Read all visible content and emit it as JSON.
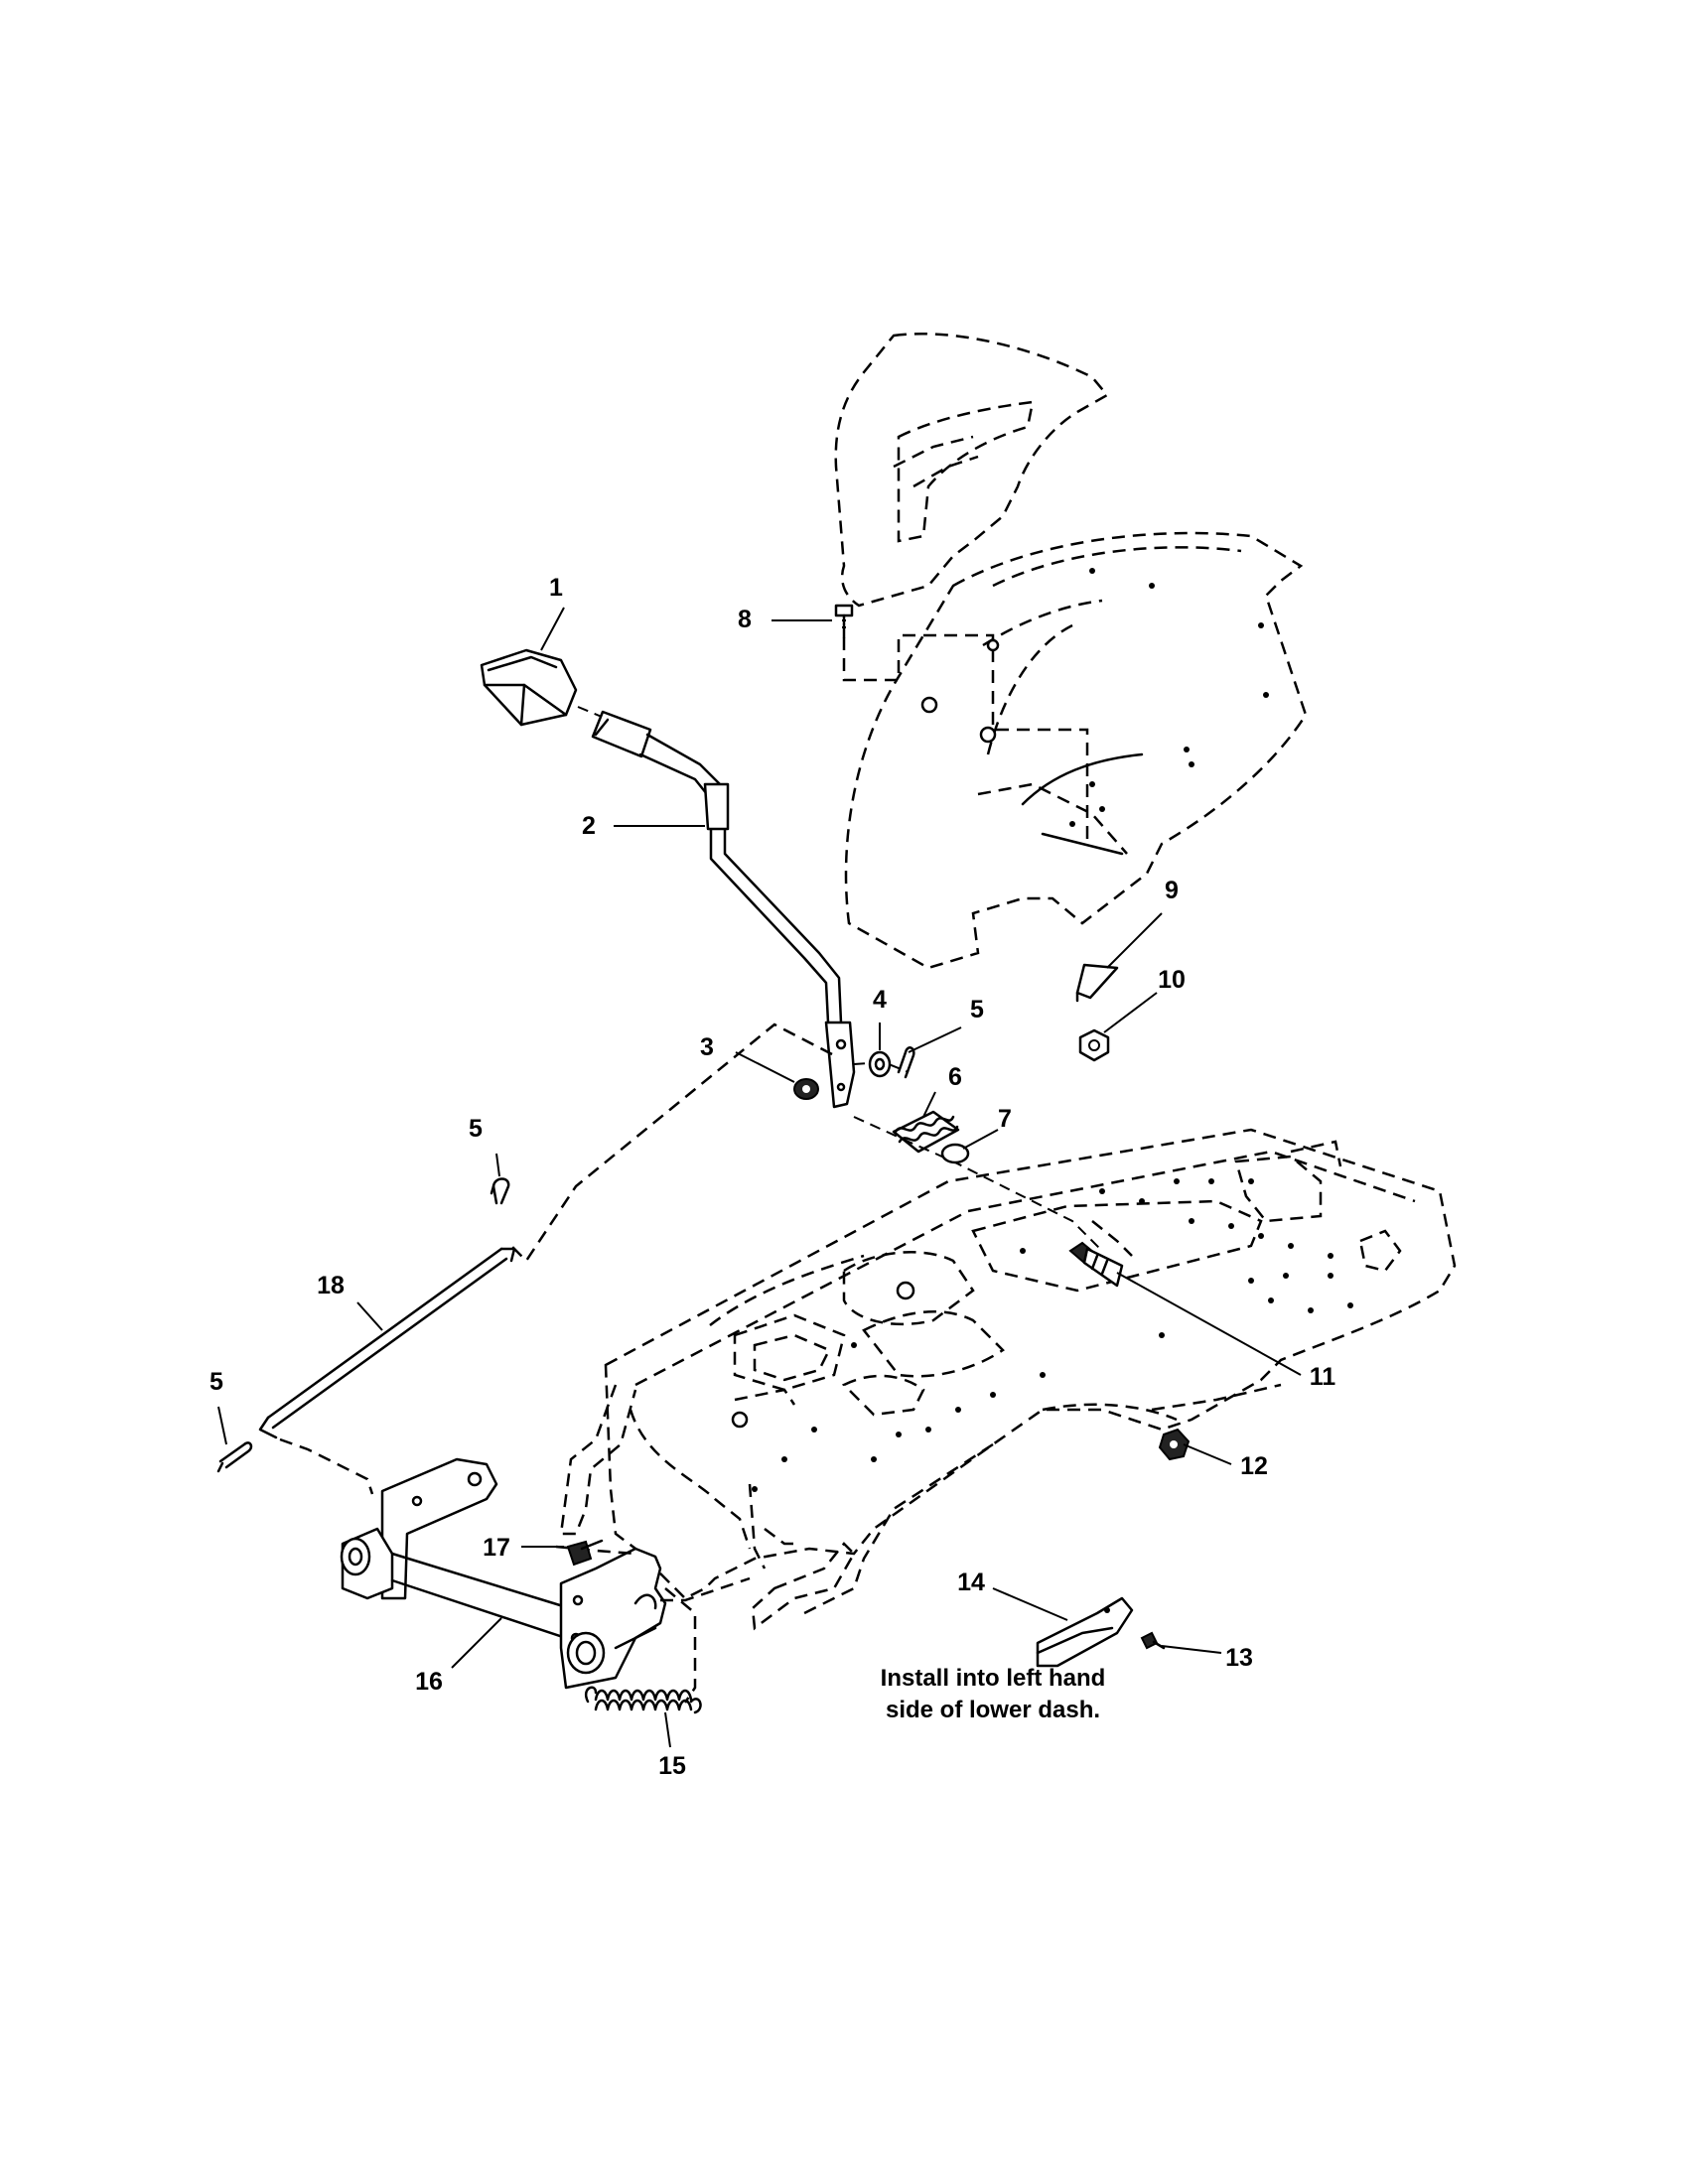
{
  "callouts": {
    "c1": "1",
    "c2": "2",
    "c3": "3",
    "c4": "4",
    "c5a": "5",
    "c5b": "5",
    "c5c": "5",
    "c6": "6",
    "c7": "7",
    "c8": "8",
    "c9": "9",
    "c10": "10",
    "c11": "11",
    "c12": "12",
    "c13": "13",
    "c14": "14",
    "c15": "15",
    "c16": "16",
    "c17": "17",
    "c18": "18"
  },
  "note": {
    "line1": "Install into left hand",
    "line2": "side of lower dash."
  }
}
